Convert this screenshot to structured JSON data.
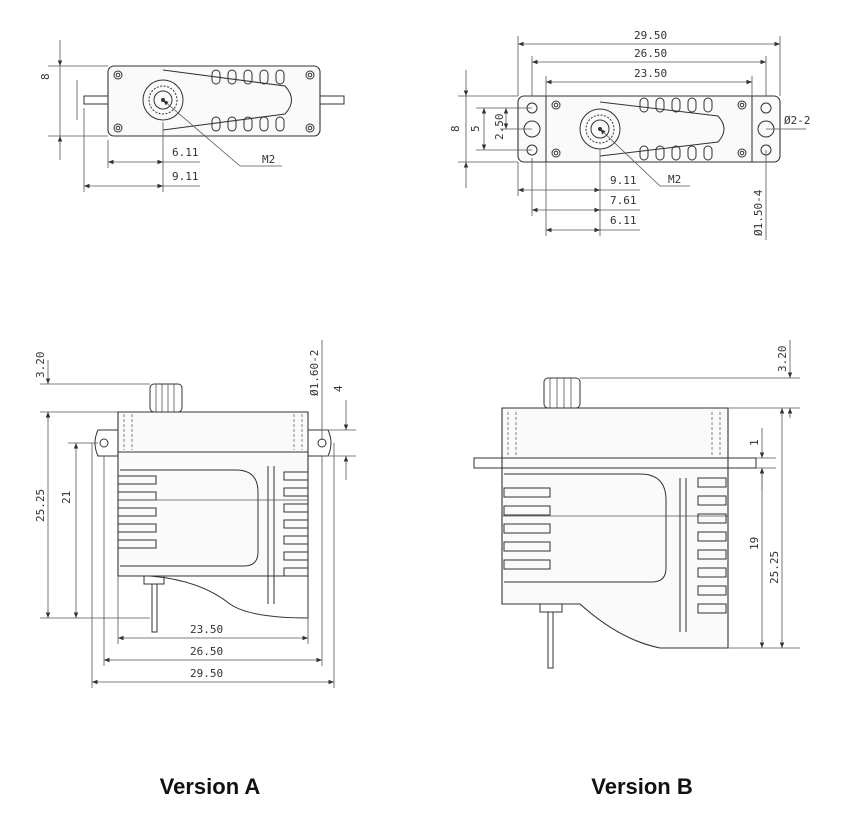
{
  "captions": {
    "version_a": "Version A",
    "version_b": "Version B"
  },
  "top_a": {
    "d_8": "8",
    "d_6_11": "6.11",
    "d_9_11": "9.11",
    "m2": "M2"
  },
  "top_b": {
    "d_29_50": "29.50",
    "d_26_50": "26.50",
    "d_23_50": "23.50",
    "d_8": "8",
    "d_5": "5",
    "d_2_50": "2.50",
    "d_9_11": "9.11",
    "d_7_61": "7.61",
    "d_6_11": "6.11",
    "m2": "M2",
    "hole_2_2": "Ø2-2",
    "hole_1_50_4": "Ø1.50-4"
  },
  "side_a": {
    "d_3_20": "3.20",
    "d_25_25": "25.25",
    "d_21": "21",
    "hole_1_60_2": "Ø1.60-2",
    "d_4": "4",
    "d_23_50": "23.50",
    "d_26_50": "26.50",
    "d_29_50": "29.50"
  },
  "side_b": {
    "d_3_20": "3.20",
    "d_1": "1",
    "d_19": "19",
    "d_25_25": "25.25"
  }
}
